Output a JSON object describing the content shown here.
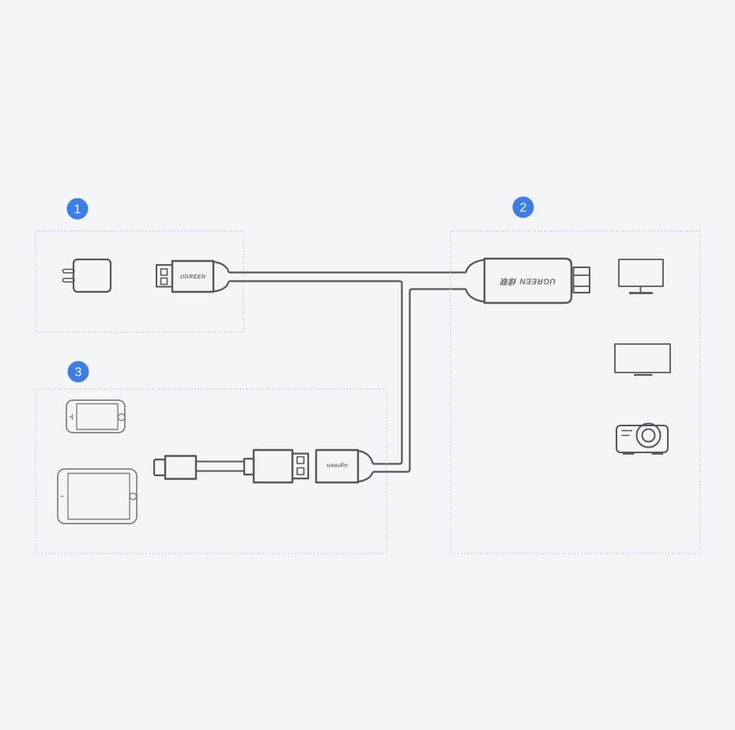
{
  "colors": {
    "bg": "#f4f5f6",
    "outline_dark": "#55565b",
    "outline_light": "#7e7f83",
    "dashed_border": "#aec9e8",
    "badge_blue": "#3c7ee9",
    "badge_text": "#ffffff",
    "brand_text": "#6e6f73"
  },
  "sections": {
    "power": {
      "badge": "1"
    },
    "display": {
      "badge": "2"
    },
    "source": {
      "badge": "3"
    }
  },
  "labels": {
    "usb_power_plug_brand": "UGREEN",
    "hdmi_connector_brand": "UGREEN 绿联",
    "usb_female_adapter_brand": "ugreen"
  },
  "icons": {
    "power_section": [
      "wall-charger-icon",
      "usb-a-plug-icon"
    ],
    "display_section": [
      "tv-icon",
      "monitor-icon",
      "projector-icon"
    ],
    "source_section": [
      "phone-icon",
      "tablet-icon",
      "lightning-plug-icon",
      "usb-a-plug-icon",
      "usb-a-female-adapter-icon"
    ],
    "middle": [
      "hdmi-plug-icon",
      "y-split-cable"
    ]
  }
}
